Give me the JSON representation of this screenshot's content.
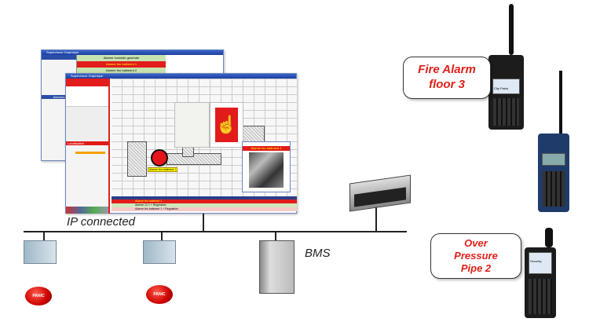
{
  "labels": {
    "ip_connected": "IP connected",
    "bms": "BMS"
  },
  "bubbles": [
    {
      "line1": "Fire Alarm",
      "line2": "floor 3"
    },
    {
      "line1": "Over",
      "line2": "Pressure",
      "line3": "Pipe 2"
    }
  ],
  "supervisor": {
    "window_title": "Superviseur Graphique",
    "alarms": [
      "Alarme incendie generale",
      "Alarme feu batiment 1",
      "Alarme feu batiment 2"
    ],
    "popup_title": "Alarme feu batiment 1",
    "map_marker_label": "Alarme feu batiment 1",
    "localisation": "Localisation",
    "alarmes": "Alarmes",
    "table_rows": [
      "Alarme feu batiment 1",
      "Alarme 12 1 + Regulation",
      "Alarme feu batiment 1 + Regulation"
    ]
  },
  "radios": [
    {
      "screen_text": "City Parks"
    },
    {
      "screen_text": ""
    },
    {
      "screen_text": "Security"
    }
  ],
  "panic_label": "PANIC",
  "colors": {
    "alarm_red": "#e21b1b",
    "bubble_text": "#e0201a",
    "bus": "#222222"
  }
}
